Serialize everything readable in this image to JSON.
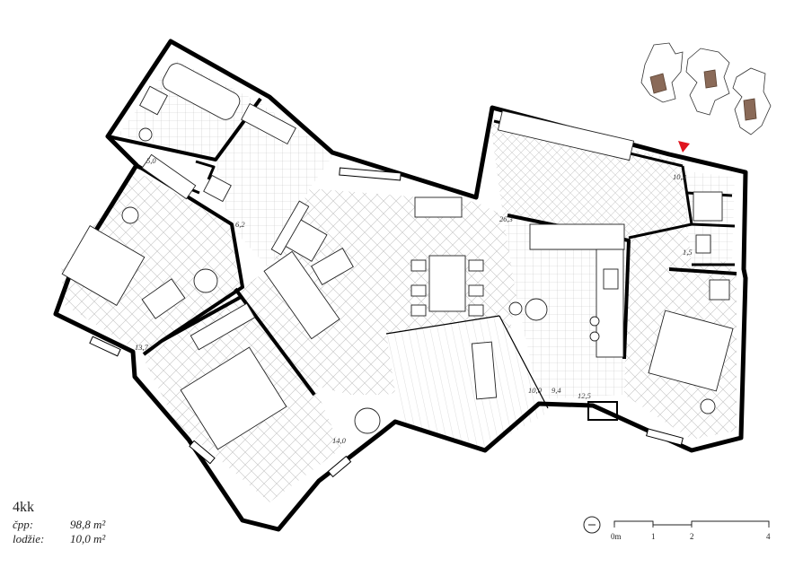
{
  "unit_type": "4kk",
  "areas": [
    {
      "label": "čpp:",
      "value": "98,8 m²"
    },
    {
      "label": "lodžie:",
      "value": "10,0 m²"
    }
  ],
  "rooms": [
    {
      "area": "5,0"
    },
    {
      "area": "6,2"
    },
    {
      "area": "13,7"
    },
    {
      "area": "14,0"
    },
    {
      "area": "26,3"
    },
    {
      "area": "10,0"
    },
    {
      "area": "9,4"
    },
    {
      "area": "12,5"
    },
    {
      "area": "10,2"
    },
    {
      "area": "1,5"
    }
  ],
  "scale": {
    "ticks": [
      "0m",
      "1",
      "2",
      "4"
    ]
  },
  "colors": {
    "wall": "#000000",
    "marker": "#e0141e",
    "keyplan_unit": "#8a6a58",
    "floor_line": "#bdbdbd"
  },
  "icons": [
    "north-arrow-icon",
    "entrance-marker-icon"
  ]
}
